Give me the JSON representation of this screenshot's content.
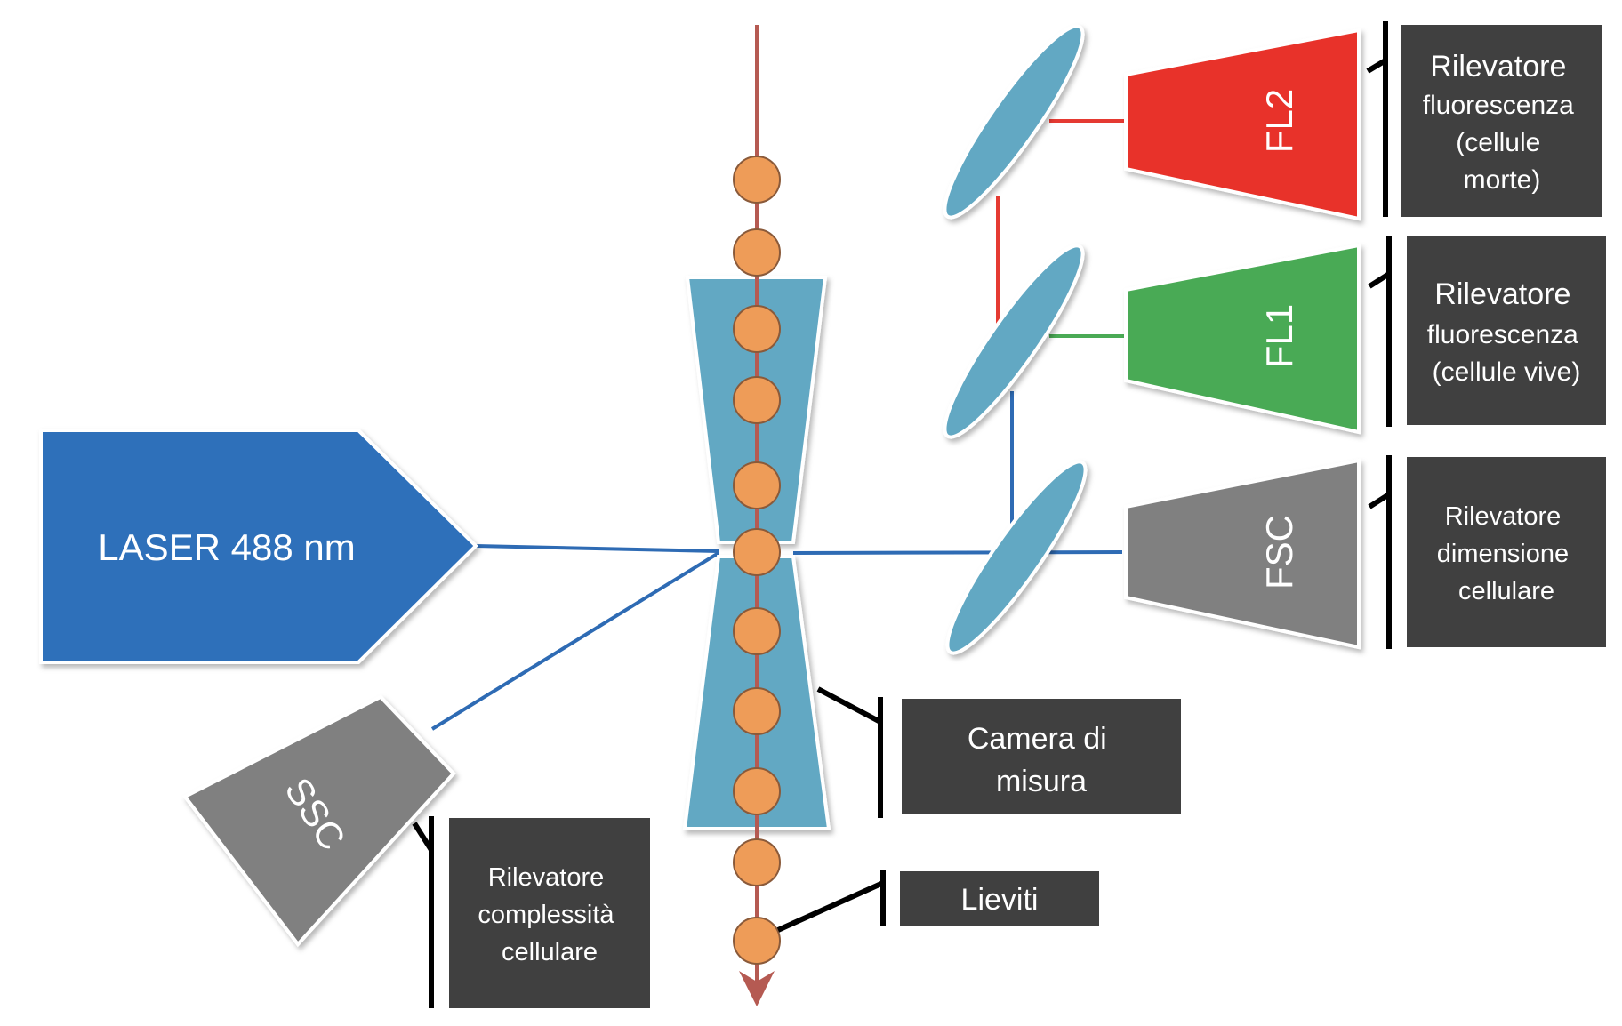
{
  "laser": {
    "label": "LASER 488 nm"
  },
  "detectors": {
    "fl2": "FL2",
    "fl1": "FL1",
    "fsc": "FSC",
    "ssc": "SSC"
  },
  "labels": {
    "fl2": [
      "Rilevatore",
      "fluorescenza",
      "(cellule",
      "morte)"
    ],
    "fl1": [
      "Rilevatore",
      "fluorescenza",
      "(cellule vive)"
    ],
    "fsc": [
      "Rilevatore",
      "dimensione",
      "cellulare"
    ],
    "ssc": [
      "Rilevatore",
      "complessità",
      "cellulare"
    ],
    "chamber": [
      "Camera di",
      "misura"
    ],
    "yeast": [
      "Lieviti"
    ]
  },
  "colors": {
    "laser": "#2f6fba",
    "beam": "#2e6bb4",
    "lens": "#62a8c3",
    "fl2": "#e8332a",
    "fl1": "#4aaa55",
    "fsc": "#808080",
    "ssc": "#808080",
    "label_box": "#404040",
    "cell": "#ee9c58",
    "flow": "#b55a52",
    "red_path": "#e53a32",
    "green_path": "#4aaa55"
  }
}
